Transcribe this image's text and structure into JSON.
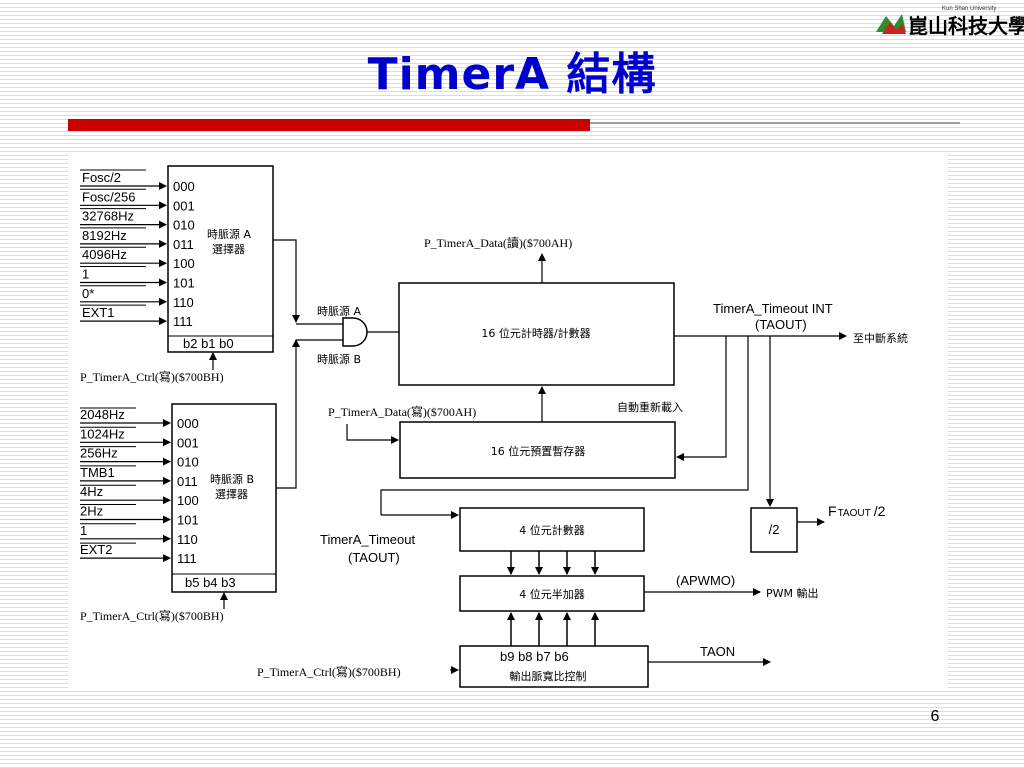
{
  "slide": {
    "title": "TimerA 結構",
    "page_number": "6",
    "logo": {
      "text_cn": "崑山科技大學",
      "text_en": "Kun Shan University"
    }
  },
  "colors": {
    "title": "#0000cc",
    "accent_bar": "#cc0000"
  },
  "diagram": {
    "inputs_a": [
      "Fosc/2",
      "Fosc/256",
      "32768Hz",
      "8192Hz",
      "4096Hz",
      "1",
      "0*",
      "EXT1"
    ],
    "inputs_b": [
      "2048Hz",
      "1024Hz",
      "256Hz",
      "TMB1",
      "4Hz",
      "2Hz",
      "1",
      "EXT2"
    ],
    "codes_a": [
      "000",
      "001",
      "010",
      "011",
      "100",
      "101",
      "110",
      "111"
    ],
    "codes_b": [
      "000",
      "001",
      "010",
      "011",
      "100",
      "101",
      "110",
      "111"
    ],
    "selector_a": {
      "line1": "時脈源 A",
      "line2": "選擇器",
      "bits": "b2  b1  b0",
      "ctrl": "P_TimerA_Ctrl(寫)($700BH)"
    },
    "selector_b": {
      "line1": "時脈源 B",
      "line2": "選擇器",
      "bits": "b5  b4  b3",
      "ctrl": "P_TimerA_Ctrl(寫)($700BH)"
    },
    "clock_a_label": "時脈源 A",
    "clock_b_label": "時脈源 B",
    "data_read": "P_TimerA_Data(讀)($700AH)",
    "data_write": "P_TimerA_Data(寫)($700AH)",
    "counter16": "16 位元計時器/計數器",
    "preload16": "16 位元預置暫存器",
    "auto_reload": "自動重新載入",
    "timeout_int": "TimerA_Timeout INT",
    "taout": "(TAOUT)",
    "to_interrupt": "至中斷系統",
    "timerA_timeout": "TimerA_Timeout",
    "timerA_taout": "(TAOUT)",
    "counter4": "4 位元計數器",
    "half_adder4": "4 位元半加器",
    "div2": "/2",
    "ftaout_main": "F",
    "ftaout_sub": "TAOUT",
    "ftaout_div": "/2",
    "apwmo": "(APWMO)",
    "pwm_out": "PWM 輸出",
    "pwm_bits": "b9  b8  b7 b6",
    "pwm_ctrl": "輸出脈寬比控制",
    "pwm_ctrl_reg": "P_TimerA_Ctrl(寫)($700BH)",
    "taon": "TAON"
  }
}
